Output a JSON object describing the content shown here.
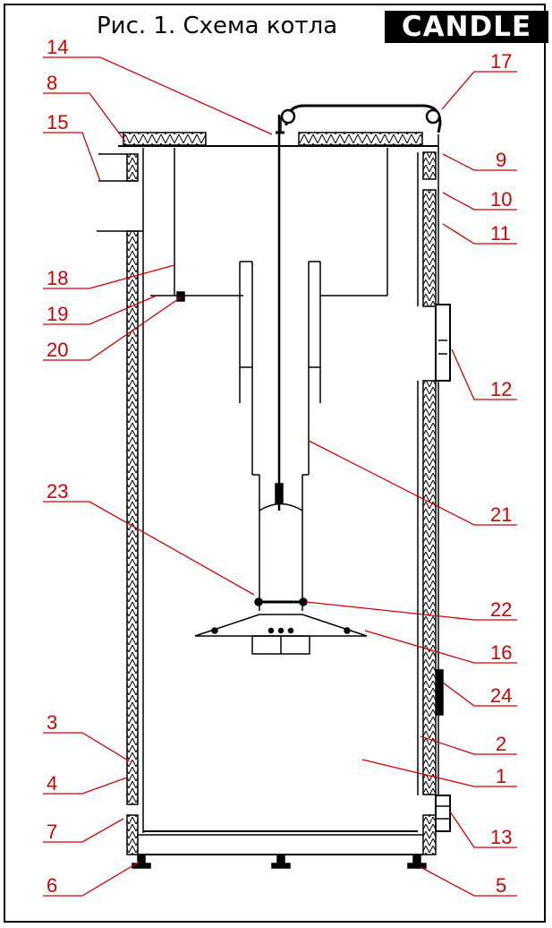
{
  "figure": {
    "title": "Рис. 1. Схема котла",
    "brand": "CANDLE"
  },
  "colors": {
    "label": "#d00000",
    "leader": "#d00000",
    "drawing": "#000000",
    "underline": "#00c8ff"
  },
  "labels": {
    "l1": "1",
    "l2": "2",
    "l3": "3",
    "l4": "4",
    "l5": "5",
    "l6": "6",
    "l7": "7",
    "l8": "8",
    "l9": "9",
    "l10": "10",
    "l11": "11",
    "l12": "12",
    "l13": "13",
    "l14": "14",
    "l15": "15",
    "l16": "16",
    "l17": "17",
    "l18": "18",
    "l19": "19",
    "l20": "20",
    "l21": "21",
    "l22": "22",
    "l23": "23",
    "l24": "24"
  }
}
